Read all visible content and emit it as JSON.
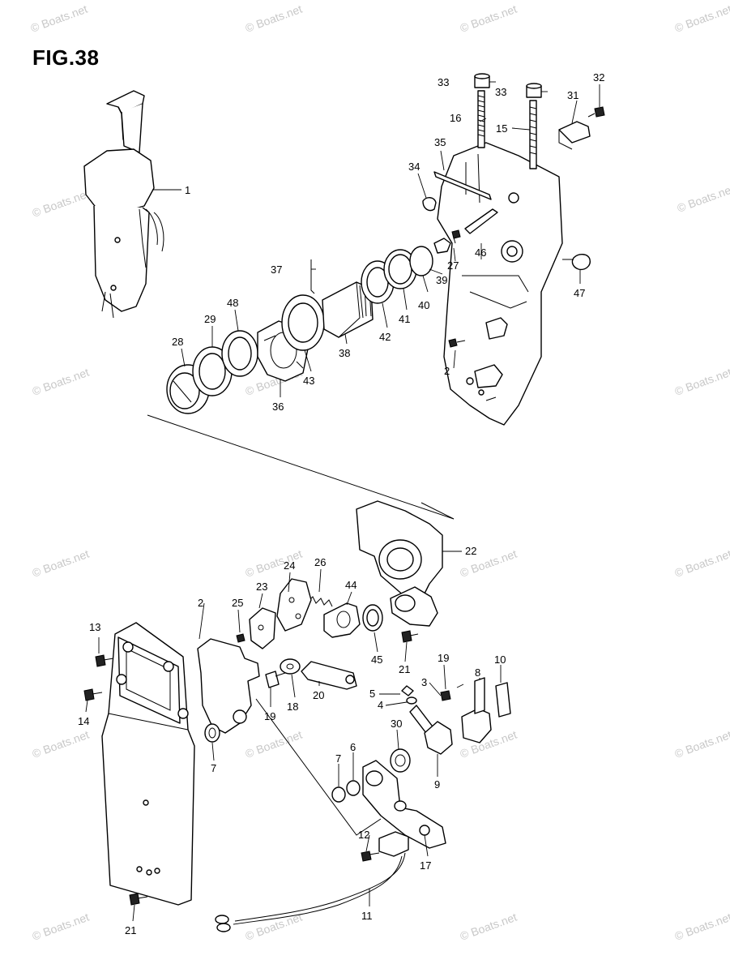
{
  "figure": {
    "title": "FIG.38"
  },
  "watermark": {
    "text": "© Boats.net"
  },
  "callouts": {
    "c1": "1",
    "c2": "2",
    "c2b": "2",
    "c3": "3",
    "c4": "4",
    "c5": "5",
    "c6": "6",
    "c7a": "7",
    "c7b": "7",
    "c8": "8",
    "c9": "9",
    "c10": "10",
    "c11": "11",
    "c12": "12",
    "c13": "13",
    "c14": "14",
    "c15": "15",
    "c16": "16",
    "c17": "17",
    "c18": "18",
    "c19a": "19",
    "c19b": "19",
    "c20": "20",
    "c21a": "21",
    "c21b": "21",
    "c22": "22",
    "c23": "23",
    "c24": "24",
    "c25": "25",
    "c26": "26",
    "c27": "27",
    "c28": "28",
    "c29": "29",
    "c30": "30",
    "c31": "31",
    "c32": "32",
    "c33a": "33",
    "c33b": "33",
    "c34": "34",
    "c35": "35",
    "c36": "36",
    "c37": "37",
    "c38": "38",
    "c39": "39",
    "c40": "40",
    "c41": "41",
    "c42": "42",
    "c43": "43",
    "c44": "44",
    "c45": "45",
    "c46": "46",
    "c47": "47",
    "c48": "48"
  }
}
